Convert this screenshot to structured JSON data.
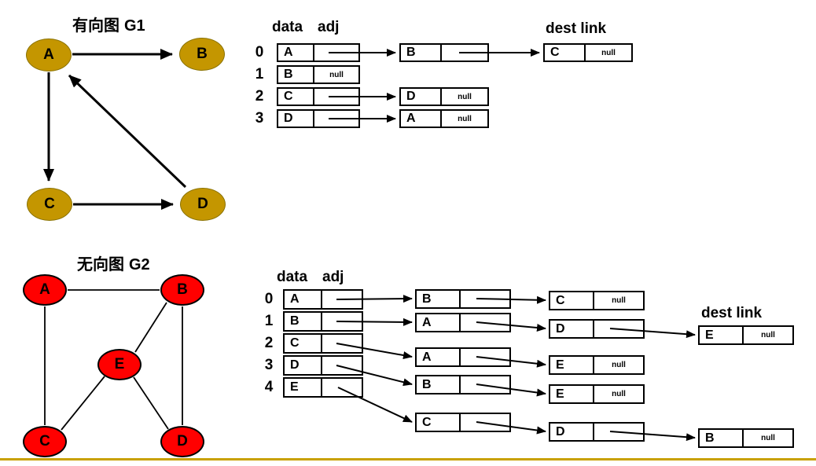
{
  "slide": {
    "bottom_bar_color": "#C8A000"
  },
  "g1": {
    "title_cn": "有向图",
    "title_id": "G1",
    "node_color": "#C49600",
    "nodes": [
      "A",
      "B",
      "C",
      "D"
    ],
    "edges": [
      [
        "A",
        "B"
      ],
      [
        "A",
        "C"
      ],
      [
        "C",
        "D"
      ],
      [
        "D",
        "A"
      ]
    ],
    "list": {
      "header_data": "data",
      "header_adj": "adj",
      "dest_link_label": "dest link",
      "rows": [
        {
          "index": "0",
          "data": "A",
          "adj": "",
          "chain": [
            {
              "label": "B",
              "link": ""
            },
            {
              "label": "C",
              "link": "null"
            }
          ]
        },
        {
          "index": "1",
          "data": "B",
          "adj": "null",
          "chain": []
        },
        {
          "index": "2",
          "data": "C",
          "adj": "",
          "chain": [
            {
              "label": "D",
              "link": "null"
            }
          ]
        },
        {
          "index": "3",
          "data": "D",
          "adj": "",
          "chain": [
            {
              "label": "A",
              "link": "null"
            }
          ]
        }
      ]
    }
  },
  "g2": {
    "title_cn": "无向图",
    "title_id": "G2",
    "node_color": "#FF0000",
    "nodes": [
      "A",
      "B",
      "E",
      "C",
      "D"
    ],
    "edges": [
      [
        "A",
        "B"
      ],
      [
        "A",
        "C"
      ],
      [
        "B",
        "D"
      ],
      [
        "B",
        "E"
      ],
      [
        "E",
        "C"
      ],
      [
        "E",
        "D"
      ]
    ],
    "list": {
      "header_data": "data",
      "header_adj": "adj",
      "dest_link_label": "dest link",
      "rows": [
        {
          "index": "0",
          "data": "A",
          "adj": "",
          "chain": [
            {
              "label": "B",
              "link": ""
            },
            {
              "label": "C",
              "link": "null"
            }
          ]
        },
        {
          "index": "1",
          "data": "B",
          "adj": "",
          "chain": [
            {
              "label": "A",
              "link": ""
            },
            {
              "label": "D",
              "link": ""
            },
            {
              "label": "E",
              "link": "null"
            }
          ]
        },
        {
          "index": "2",
          "data": "C",
          "adj": "",
          "chain": [
            {
              "label": "A",
              "link": ""
            },
            {
              "label": "E",
              "link": "null"
            }
          ]
        },
        {
          "index": "3",
          "data": "D",
          "adj": "",
          "chain": [
            {
              "label": "B",
              "link": ""
            },
            {
              "label": "E",
              "link": "null"
            }
          ]
        },
        {
          "index": "4",
          "data": "E",
          "adj": "",
          "chain": [
            {
              "label": "C",
              "link": ""
            },
            {
              "label": "D",
              "link": ""
            },
            {
              "label": "B",
              "link": "null"
            }
          ]
        }
      ]
    }
  }
}
